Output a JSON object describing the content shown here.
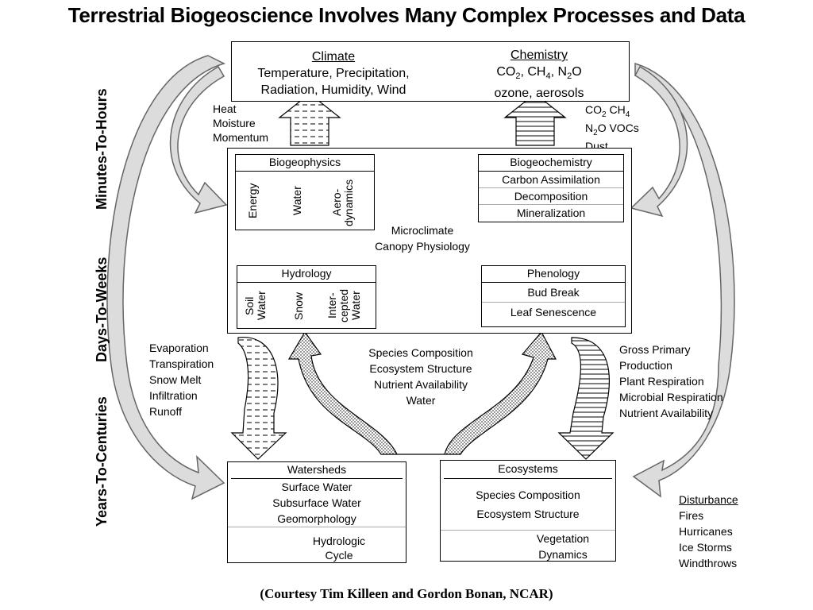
{
  "title": "Terrestrial Biogeoscience Involves Many Complex Processes and Data",
  "timescales": [
    "Minutes-To-Hours",
    "Days-To-Weeks",
    "Years-To-Centuries"
  ],
  "atmosphere": {
    "climate": {
      "heading": "Climate",
      "lines": [
        "Temperature, Precipitation,",
        "Radiation, Humidity, Wind"
      ]
    },
    "chemistry": {
      "heading": "Chemistry",
      "gases": {
        "co2": "CO",
        "co2_sub": "2",
        "ch4": ", CH",
        "ch4_sub": "4",
        "n2o": ", N",
        "n2o_sub": "2",
        "n2o_tail": "O"
      },
      "line2": "ozone, aerosols"
    }
  },
  "fluxes_up_left": [
    "Heat",
    "Moisture",
    "Momentum"
  ],
  "fluxes_up_right": {
    "line1_a": "CO",
    "line1_sub": "2",
    "line1_b": " CH",
    "line1_sub2": "4",
    "line2_a": "N",
    "line2_sub": "2",
    "line2_b": "O VOCs",
    "line3": "Dust"
  },
  "biogeophysics": {
    "heading": "Biogeophysics",
    "items": [
      "Energy",
      "Water",
      "Aero-\ndynamics"
    ]
  },
  "biogeochemistry": {
    "heading": "Biogeochemistry",
    "items": [
      "Carbon Assimilation",
      "Decomposition",
      "Mineralization"
    ]
  },
  "microclimate": [
    "Microclimate",
    "Canopy Physiology"
  ],
  "hydrology": {
    "heading": "Hydrology",
    "items": [
      "Soil\nWater",
      "Snow",
      "Inter-\ncepted\nWater"
    ]
  },
  "phenology": {
    "heading": "Phenology",
    "items": [
      "Bud Break",
      "Leaf Senescence"
    ]
  },
  "fluxes_left": [
    "Evaporation",
    "Transpiration",
    "Snow Melt",
    "Infiltration",
    "Runoff"
  ],
  "fluxes_center": [
    "Species Composition",
    "Ecosystem Structure",
    "Nutrient Availability",
    "Water"
  ],
  "fluxes_right": [
    "Gross Primary",
    "Production",
    "Plant Respiration",
    "Microbial Respiration",
    "Nutrient Availability"
  ],
  "watersheds": {
    "heading": "Watersheds",
    "items": [
      "Surface Water",
      "Subsurface Water",
      "Geomorphology"
    ],
    "cycle": [
      "Hydrologic",
      "Cycle"
    ]
  },
  "ecosystems": {
    "heading": "Ecosystems",
    "items": [
      "Species Composition",
      "Ecosystem Structure"
    ],
    "cycle": [
      "Vegetation",
      "Dynamics"
    ]
  },
  "disturbance": {
    "heading": "Disturbance",
    "items": [
      "Fires",
      "Hurricanes",
      "Ice Storms",
      "Windthrows"
    ]
  },
  "courtesy": "(Courtesy Tim Killeen and Gordon Bonan, NCAR)",
  "colors": {
    "arrow_fill": "#dcdcdc",
    "arrow_stroke": "#555555",
    "black": "#000000"
  }
}
